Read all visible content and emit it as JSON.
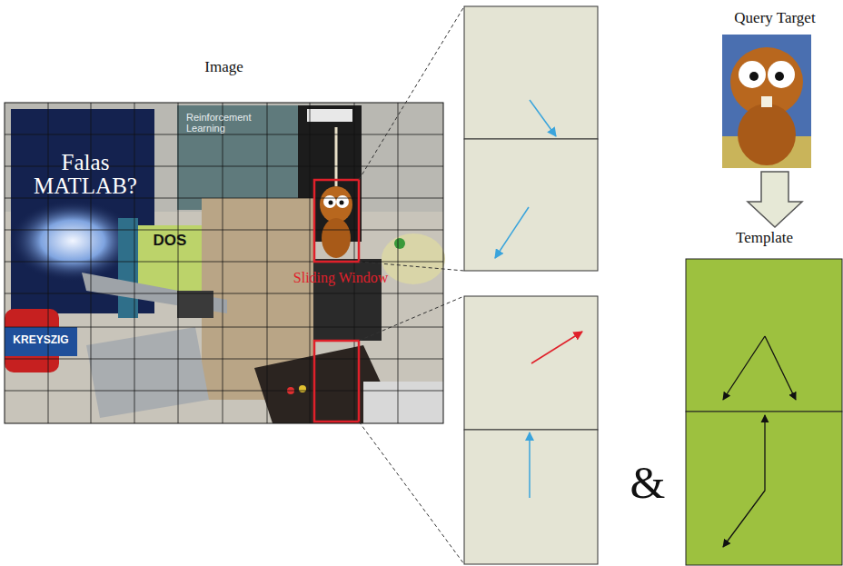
{
  "diagram": {
    "nodes": [
      {
        "text": [
          "Image"
        ]
      },
      {
        "text": [
          "Query Target"
        ]
      },
      {
        "text": [
          "Template"
        ]
      }
    ],
    "edges": [
      {
        "from": 1,
        "to": 2,
        "arrow": "to"
      }
    ],
    "labels": [
      "Sliding Window",
      "&",
      "Falas MATLAB?",
      "Reinforcement Learning",
      "DOS",
      "KREYSZIG"
    ]
  }
}
